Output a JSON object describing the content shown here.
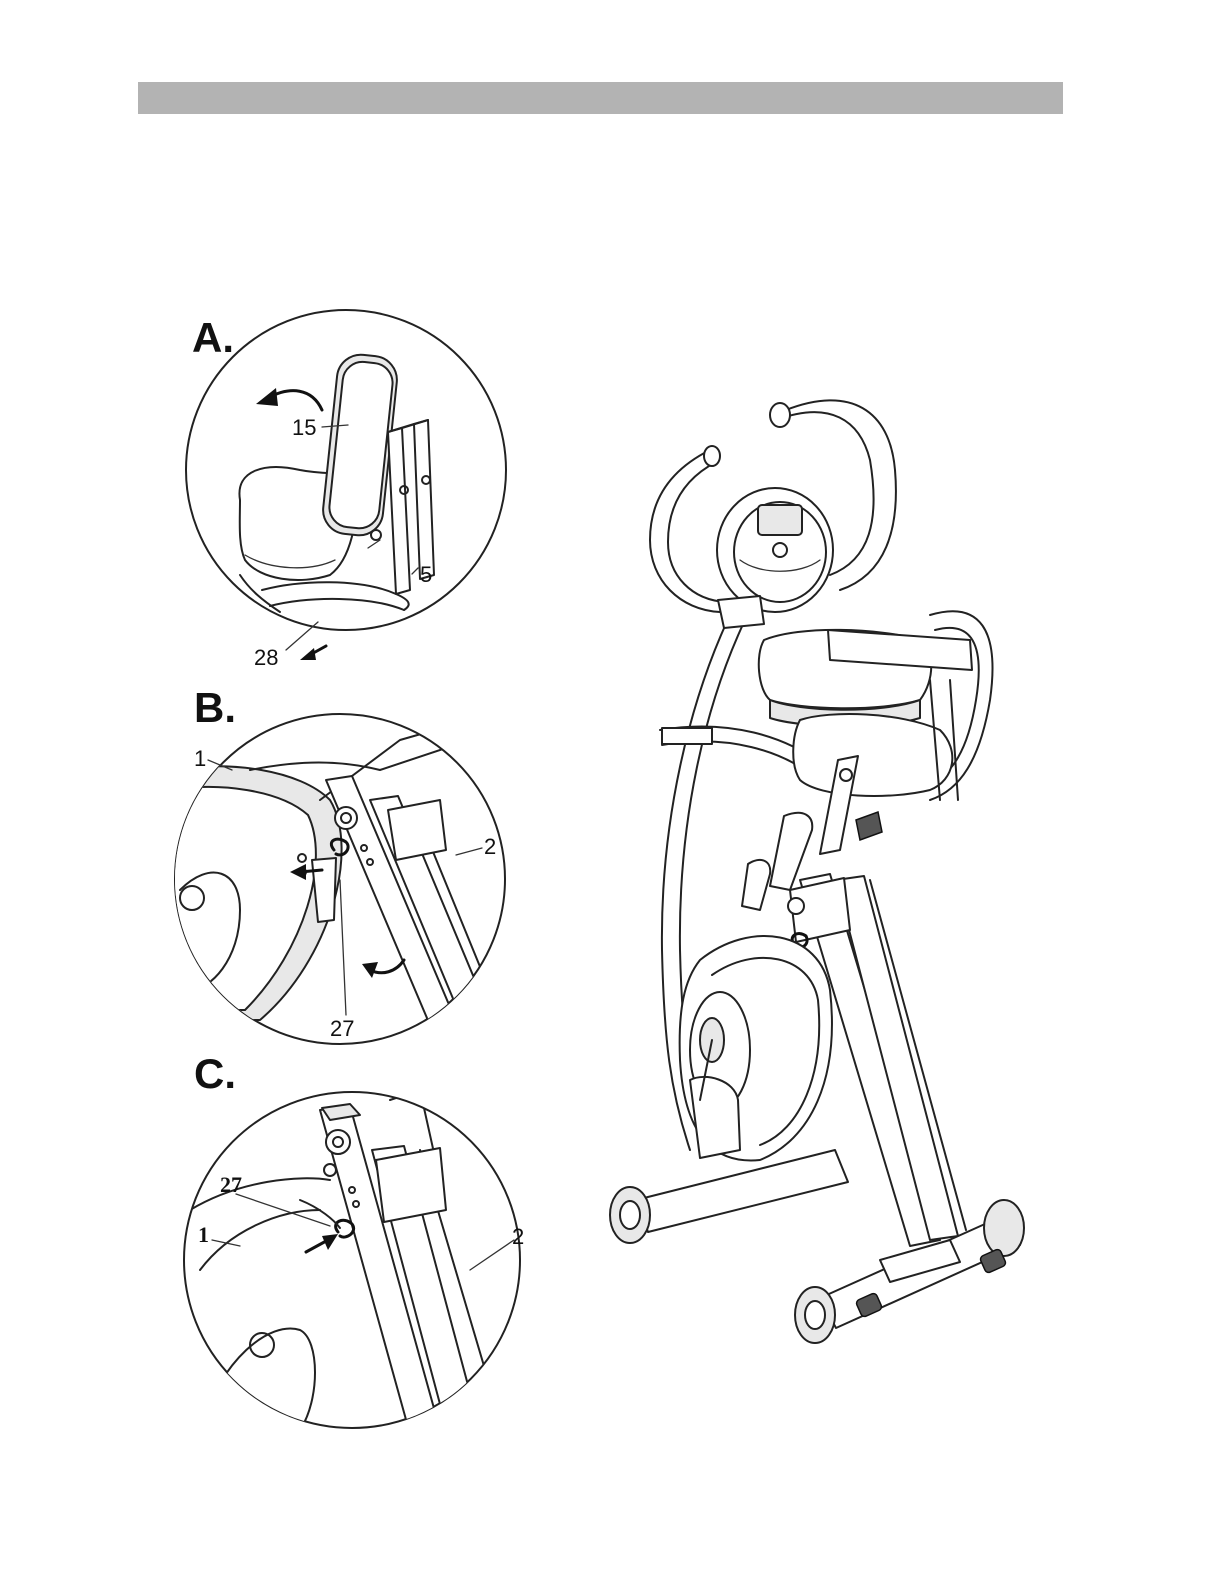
{
  "panels": [
    {
      "letter": "A.",
      "callouts": [
        "15",
        "5",
        "28"
      ]
    },
    {
      "letter": "B.",
      "callouts": [
        "1",
        "2",
        "27"
      ]
    },
    {
      "letter": "C.",
      "callouts": [
        "27",
        "1",
        "2"
      ]
    }
  ]
}
